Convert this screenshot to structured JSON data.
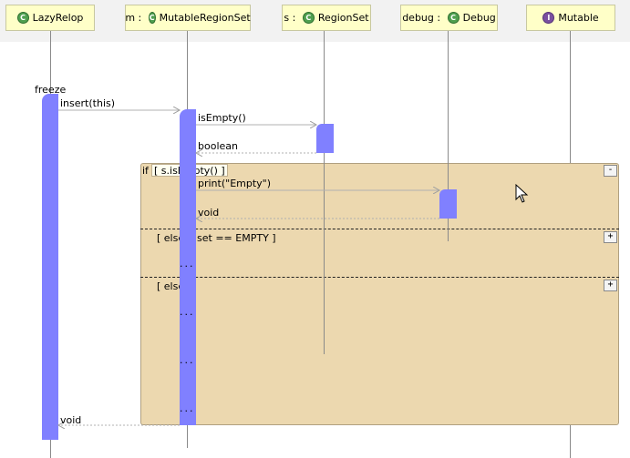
{
  "lifelines": [
    {
      "name": "LazyRelop",
      "icon": "class-icon",
      "icon_glyph": "C"
    },
    {
      "name": "m : ",
      "type": "MutableRegionSet",
      "icon": "class-icon",
      "icon_glyph": "C"
    },
    {
      "name": "s : ",
      "type": "RegionSet",
      "icon": "class-icon",
      "icon_glyph": "C"
    },
    {
      "name": "debug : ",
      "type": "Debug",
      "icon": "class-icon",
      "icon_glyph": "C"
    },
    {
      "name": "Mutable",
      "icon": "interface-icon",
      "icon_glyph": "I"
    }
  ],
  "messages": {
    "freeze": "freeze",
    "insert": "insert(this)",
    "isEmpty": "isEmpty()",
    "boolean": "boolean",
    "print": "print(\"Empty\")",
    "void_inner": "void",
    "void_outer": "void"
  },
  "fragment": {
    "operator": "if",
    "guard_if": "[ s.isEmpty() ]",
    "guard_elseif": "[ else if set == EMPTY ]",
    "guard_else": "[ else ]",
    "dots": "...",
    "collapse_glyph": "-",
    "expand_glyph": "+"
  },
  "colors": {
    "activation": "#8080ff",
    "fragment_fill": "#ecd8af",
    "header_fill": "#ffffc8"
  }
}
